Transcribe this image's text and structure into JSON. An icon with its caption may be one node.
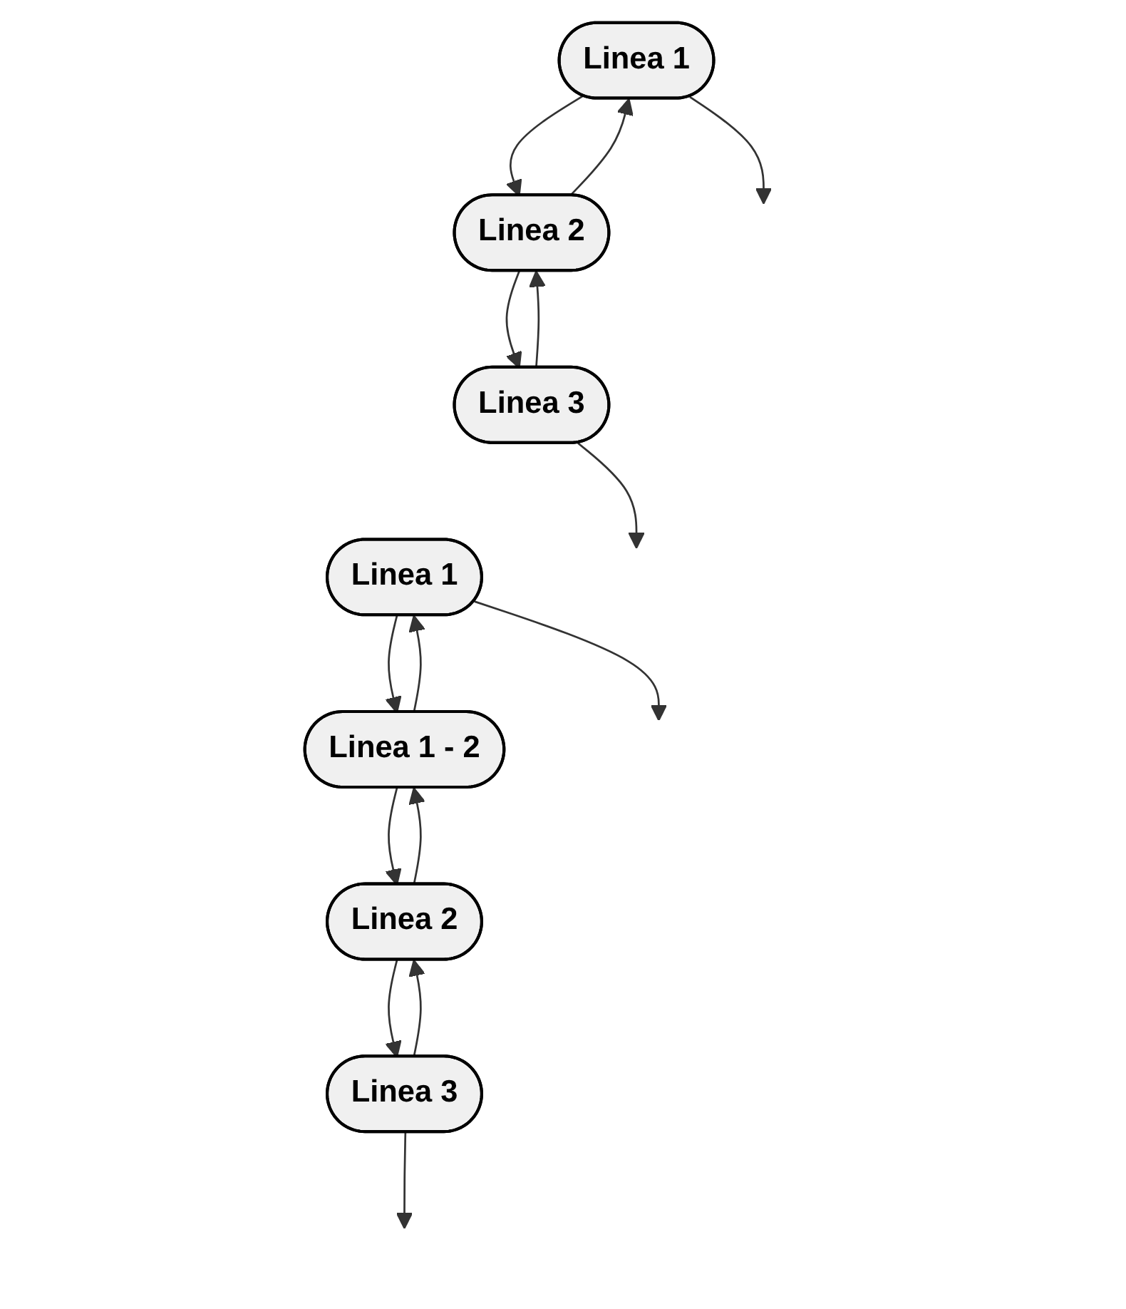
{
  "diagram": {
    "nodes": [
      {
        "text": [
          "Linea 1"
        ]
      },
      {
        "text": [
          "Linea 2"
        ]
      },
      {
        "text": [
          "Linea 3"
        ]
      },
      {
        "text": [
          "Linea 1"
        ]
      },
      {
        "text": [
          "Linea 2"
        ]
      },
      {
        "text": [
          "Linea 1 - 2"
        ]
      },
      {
        "text": [
          "Linea 3"
        ]
      }
    ],
    "edges": [
      {
        "from": 0,
        "to": null,
        "arrow": "to"
      },
      {
        "from": 1,
        "to": 0,
        "arrow": "to"
      },
      {
        "from": 0,
        "to": 1,
        "arrow": "to"
      },
      {
        "from": 2,
        "to": 1,
        "arrow": "to"
      },
      {
        "from": 1,
        "to": 2,
        "arrow": "to"
      },
      {
        "from": 2,
        "to": null,
        "arrow": "to"
      },
      {
        "from": 3,
        "to": null,
        "arrow": "to"
      },
      {
        "from": 3,
        "to": 5,
        "arrow": "to"
      },
      {
        "from": 5,
        "to": 3,
        "arrow": "to"
      },
      {
        "from": 4,
        "to": 5,
        "arrow": "to"
      },
      {
        "from": 5,
        "to": 4,
        "arrow": "to"
      },
      {
        "from": 6,
        "to": 4,
        "arrow": "to"
      },
      {
        "from": 4,
        "to": 6,
        "arrow": "to"
      },
      {
        "from": 6,
        "to": null,
        "arrow": "to"
      }
    ]
  }
}
